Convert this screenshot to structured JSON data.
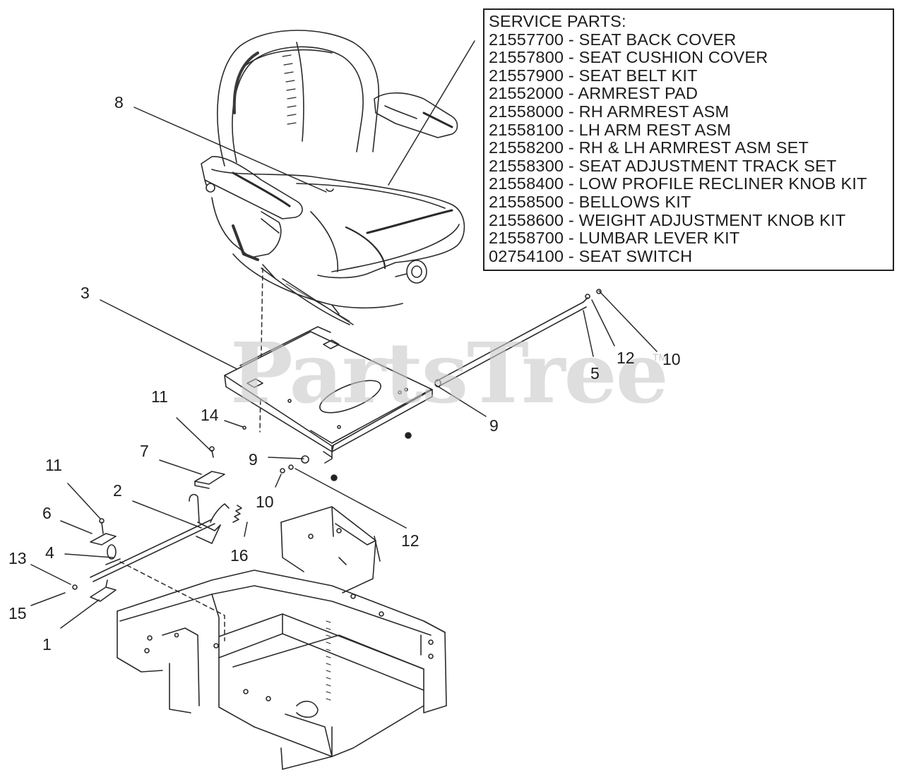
{
  "service_parts": {
    "title": "SERVICE PARTS:",
    "items": [
      "21557700 - SEAT BACK COVER",
      "21557800 - SEAT CUSHION COVER",
      "21557900 - SEAT BELT KIT",
      "21552000 - ARMREST PAD",
      "21558000 - RH ARMREST ASM",
      "21558100 - LH ARM REST ASM",
      "21558200 - RH & LH ARMREST ASM SET",
      "21558300 - SEAT ADJUSTMENT TRACK SET",
      "21558400 - LOW PROFILE RECLINER KNOB KIT",
      "21558500 - BELLOWS KIT",
      "21558600 - WEIGHT ADJUSTMENT KNOB KIT",
      "21558700 - LUMBAR LEVER KIT",
      "02754100 - SEAT SWITCH"
    ]
  },
  "callouts": {
    "c8": "8",
    "c3": "3",
    "c5": "5",
    "c12a": "12",
    "c10a": "10",
    "c9a": "9",
    "c11a": "11",
    "c14": "14",
    "c7": "7",
    "c9b": "9",
    "c10b": "10",
    "c12b": "12",
    "c11b": "11",
    "c2": "2",
    "c6": "6",
    "c16": "16",
    "c13": "13",
    "c4": "4",
    "c15": "15",
    "c1": "1"
  },
  "watermark": {
    "text": "PartsTree",
    "tm": "TM"
  }
}
